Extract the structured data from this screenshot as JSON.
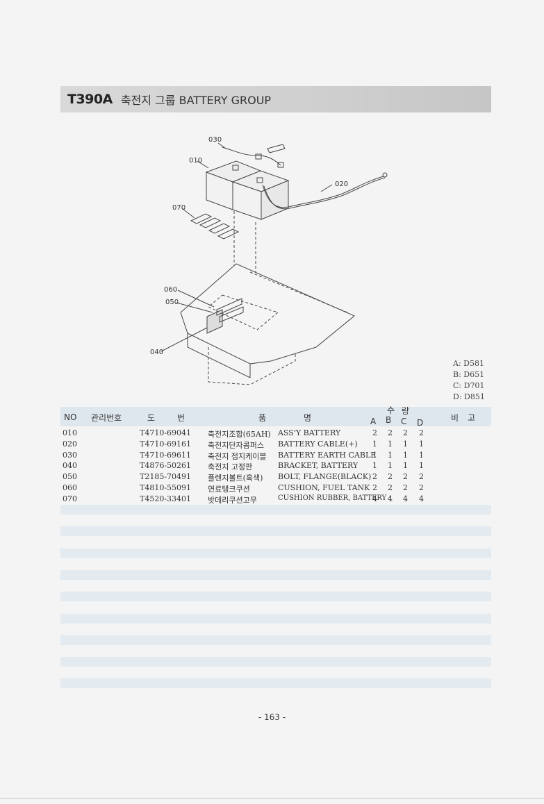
{
  "header": {
    "code": "T390A",
    "title": "축전지 그룹  BATTERY GROUP"
  },
  "diagram": {
    "callouts": [
      "030",
      "010",
      "020",
      "070",
      "060",
      "050",
      "040"
    ]
  },
  "models": [
    "A: D581",
    "B: D651",
    "C: D701",
    "D: D851"
  ],
  "table": {
    "headers": {
      "no": "NO",
      "mgmt": "관리번호",
      "do": "도",
      "beon": "번",
      "pum": "품",
      "myeong": "명",
      "su": "수",
      "ryang": "량",
      "a": "A",
      "b": "B",
      "c": "C",
      "d": "D",
      "bi": "비",
      "go": "고"
    },
    "rows": [
      {
        "no": "010",
        "part": "T4710-69041",
        "kor": "축전지조합(65AH)",
        "eng": "ASS'Y BATTERY",
        "a": "2",
        "b": "2",
        "c": "2",
        "d": "2"
      },
      {
        "no": "020",
        "part": "T4710-69161",
        "kor": "축전지단자콤퍼스",
        "eng": "BATTERY CABLE(+)",
        "a": "1",
        "b": "1",
        "c": "1",
        "d": "1"
      },
      {
        "no": "030",
        "part": "T4710-69611",
        "kor": "축전지  접지케이블",
        "eng": "BATTERY EARTH CABLE",
        "a": "1",
        "b": "1",
        "c": "1",
        "d": "1"
      },
      {
        "no": "040",
        "part": "T4876-50261",
        "kor": "축전지 고정판",
        "eng": "BRACKET, BATTERY",
        "a": "1",
        "b": "1",
        "c": "1",
        "d": "1"
      },
      {
        "no": "050",
        "part": "T2185-70491",
        "kor": "플렌지볼트(흑색)",
        "eng": "BOLT, FLANGE(BLACK)",
        "a": "2",
        "b": "2",
        "c": "2",
        "d": "2"
      },
      {
        "no": "060",
        "part": "T4810-55091",
        "kor": "연료탱크쿠션",
        "eng": "CUSHION, FUEL TANK",
        "a": "2",
        "b": "2",
        "c": "2",
        "d": "2"
      },
      {
        "no": "070",
        "part": "T4520-33401",
        "kor": "밧데리쿠션고무",
        "eng": "CUSHION RUBBER, BATTERY",
        "a": "4",
        "b": "4",
        "c": "4",
        "d": "4"
      }
    ]
  },
  "page_number": "- 163 -"
}
